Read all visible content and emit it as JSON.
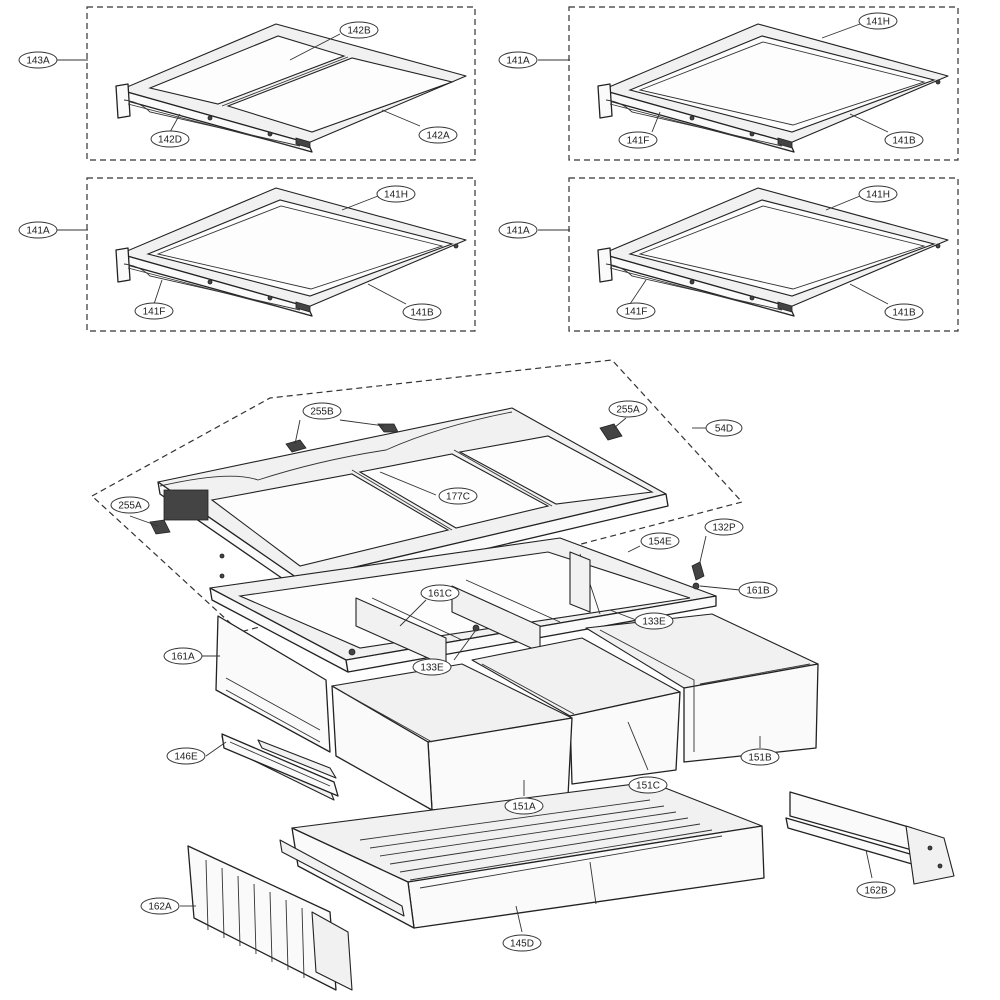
{
  "callouts": {
    "c143A": "143A",
    "c142B": "142B",
    "c142D": "142D",
    "c142A": "142A",
    "c141A_1": "141A",
    "c141H_1": "141H",
    "c141F_1": "141F",
    "c141B_1": "141B",
    "c141A_2": "141A",
    "c141H_2": "141H",
    "c141F_2": "141F",
    "c141B_2": "141B",
    "c141A_3": "141A",
    "c141H_3": "141H",
    "c141F_3": "141F",
    "c141B_3": "141B",
    "c255B": "255B",
    "c255A_1": "255A",
    "c255A_2": "255A",
    "c54D": "54D",
    "c177C": "177C",
    "c132P": "132P",
    "c154E": "154E",
    "c161B": "161B",
    "c161C": "161C",
    "c133E_1": "133E",
    "c133E_2": "133E",
    "c161A": "161A",
    "c146E": "146E",
    "c151B": "151B",
    "c151C": "151C",
    "c151A": "151A",
    "c162B": "162B",
    "c162A": "162A",
    "c145D": "145D"
  }
}
